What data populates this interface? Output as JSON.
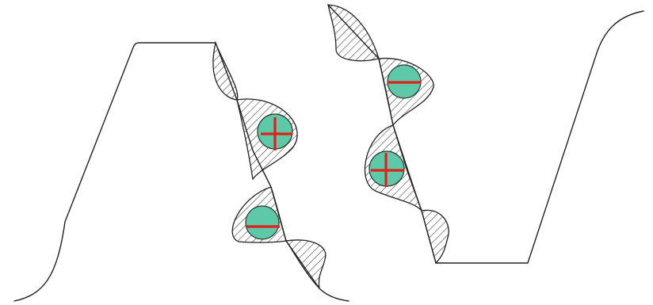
{
  "figure": {
    "colors": {
      "background": "#ffffff",
      "outline": "#222222",
      "hatch": "#333333",
      "ball_fill": "#5ec9a8",
      "sign": "#e0201a"
    },
    "lobes_hatched": true,
    "left_profile": {
      "balls": [
        {
          "sign": "plus"
        },
        {
          "sign": "minus"
        }
      ]
    },
    "right_profile": {
      "balls": [
        {
          "sign": "minus"
        },
        {
          "sign": "plus"
        }
      ]
    }
  }
}
